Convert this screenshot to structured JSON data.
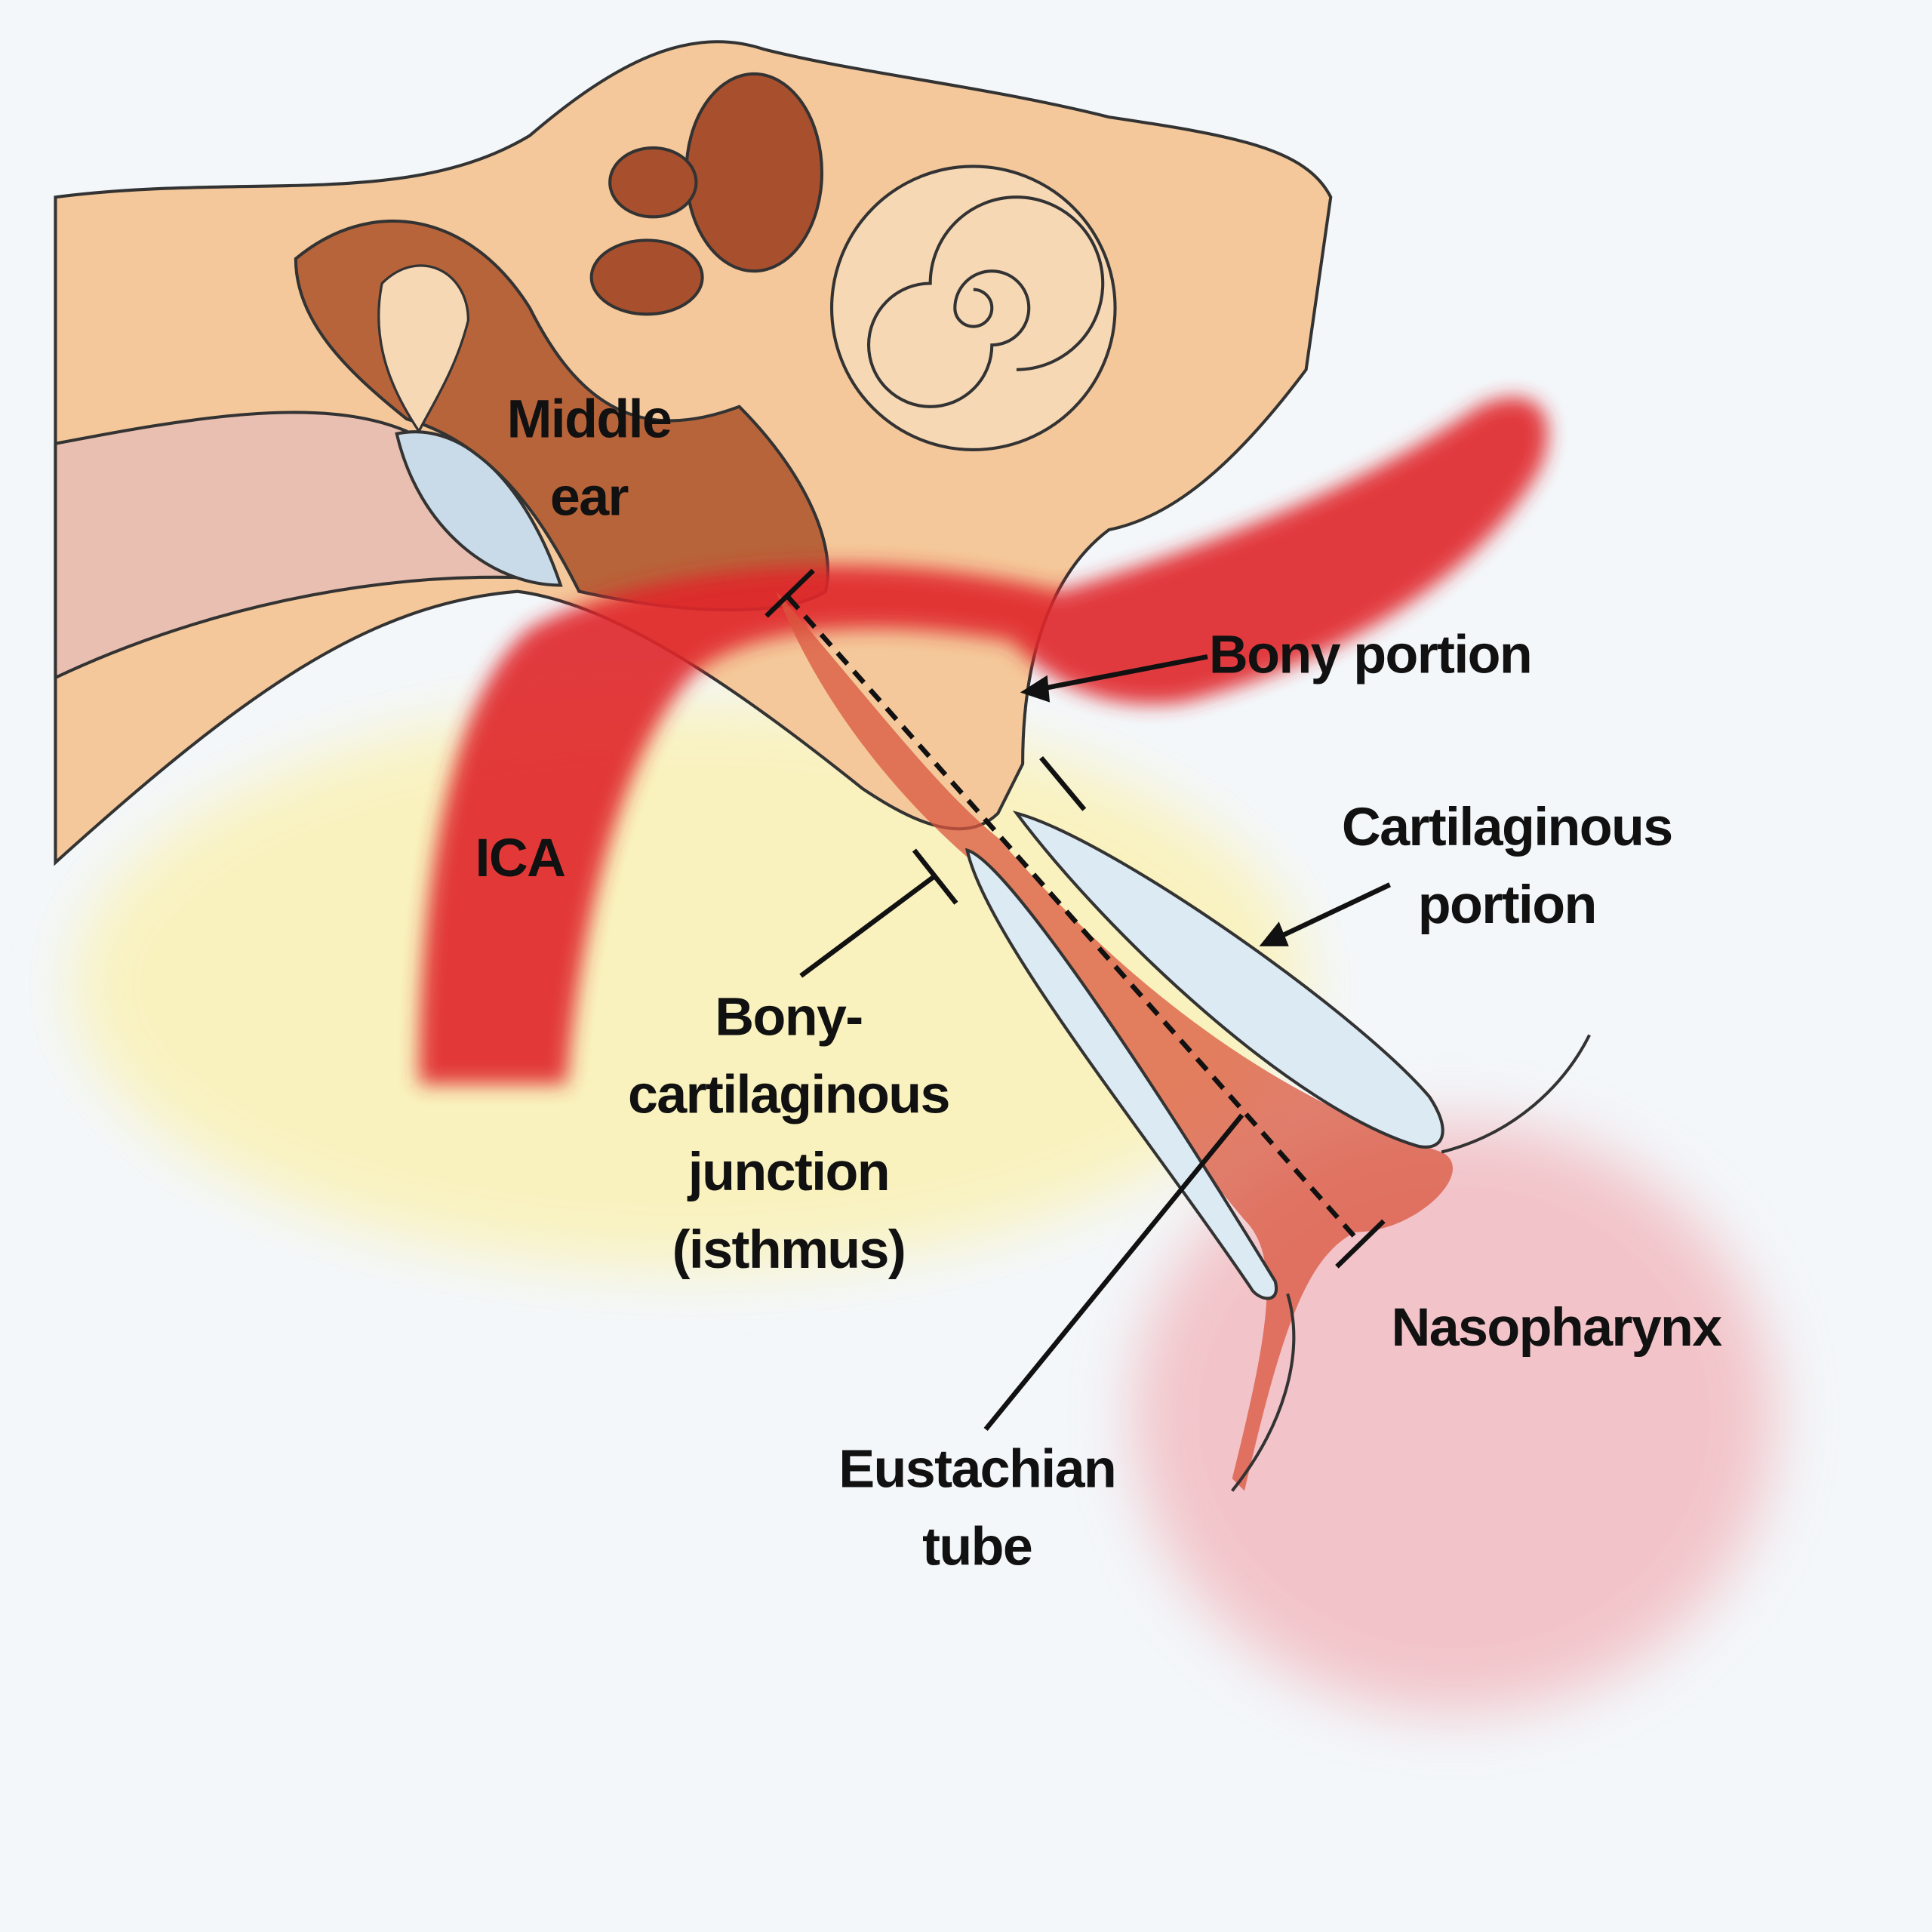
{
  "title": "Eustachian tube anatomy",
  "labels": {
    "middle_ear": [
      "Middle",
      "ear"
    ],
    "bony_portion": "Bony portion",
    "cartilaginous_portion": [
      "Cartilaginous",
      "portion"
    ],
    "ica": "ICA",
    "junction": [
      "Bony-",
      "cartilaginous",
      "junction",
      "(isthmus)"
    ],
    "nasopharynx": "Nasopharynx",
    "eustachian_tube": [
      "Eustachian",
      "tube"
    ]
  },
  "colors": {
    "bone": "#f4c89a",
    "artery": "#e0262b",
    "cartilage": "#dceaf4",
    "cavity": "#a85a36",
    "background": "#f3f7fa"
  }
}
